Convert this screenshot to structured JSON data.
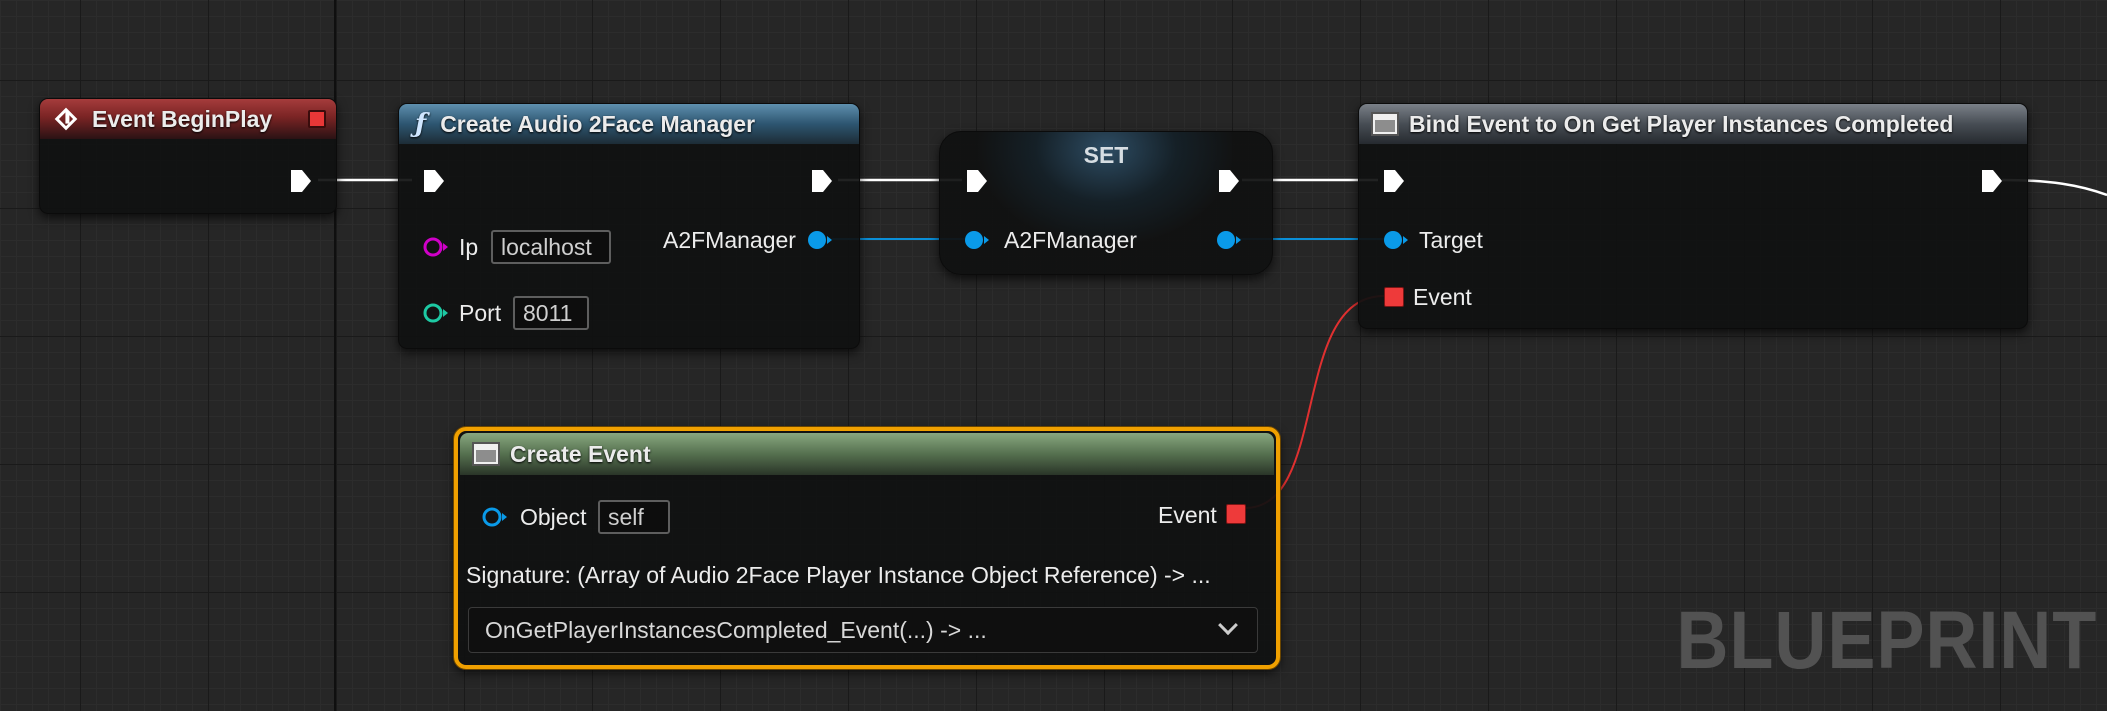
{
  "nodes": {
    "event_begin_play": {
      "title": "Event BeginPlay"
    },
    "create_manager": {
      "title": "Create Audio 2Face Manager",
      "ip_label": "Ip",
      "ip_value": "localhost",
      "port_label": "Port",
      "port_value": "8011",
      "output_label": "A2FManager"
    },
    "set": {
      "title": "SET",
      "variable_label": "A2FManager"
    },
    "bind_event": {
      "title": "Bind Event to On Get Player Instances Completed",
      "target_label": "Target",
      "event_label": "Event"
    },
    "create_event": {
      "title": "Create Event",
      "object_label": "Object",
      "object_value": "self",
      "event_label": "Event",
      "signature": "Signature: (Array of Audio 2Face Player Instance Object Reference) -> ...",
      "function_selection": "OnGetPlayerInstancesCompleted_Event(...) -> ..."
    }
  },
  "watermark": "BLUEPRINT",
  "colors": {
    "exec_wire": "#ffffff",
    "object_pin": "#0a9ae8",
    "string_pin": "#d000c8",
    "int_pin": "#1dc9a3",
    "delegate_pin": "#ee3a3a",
    "selected_outline": "#f0a000"
  }
}
